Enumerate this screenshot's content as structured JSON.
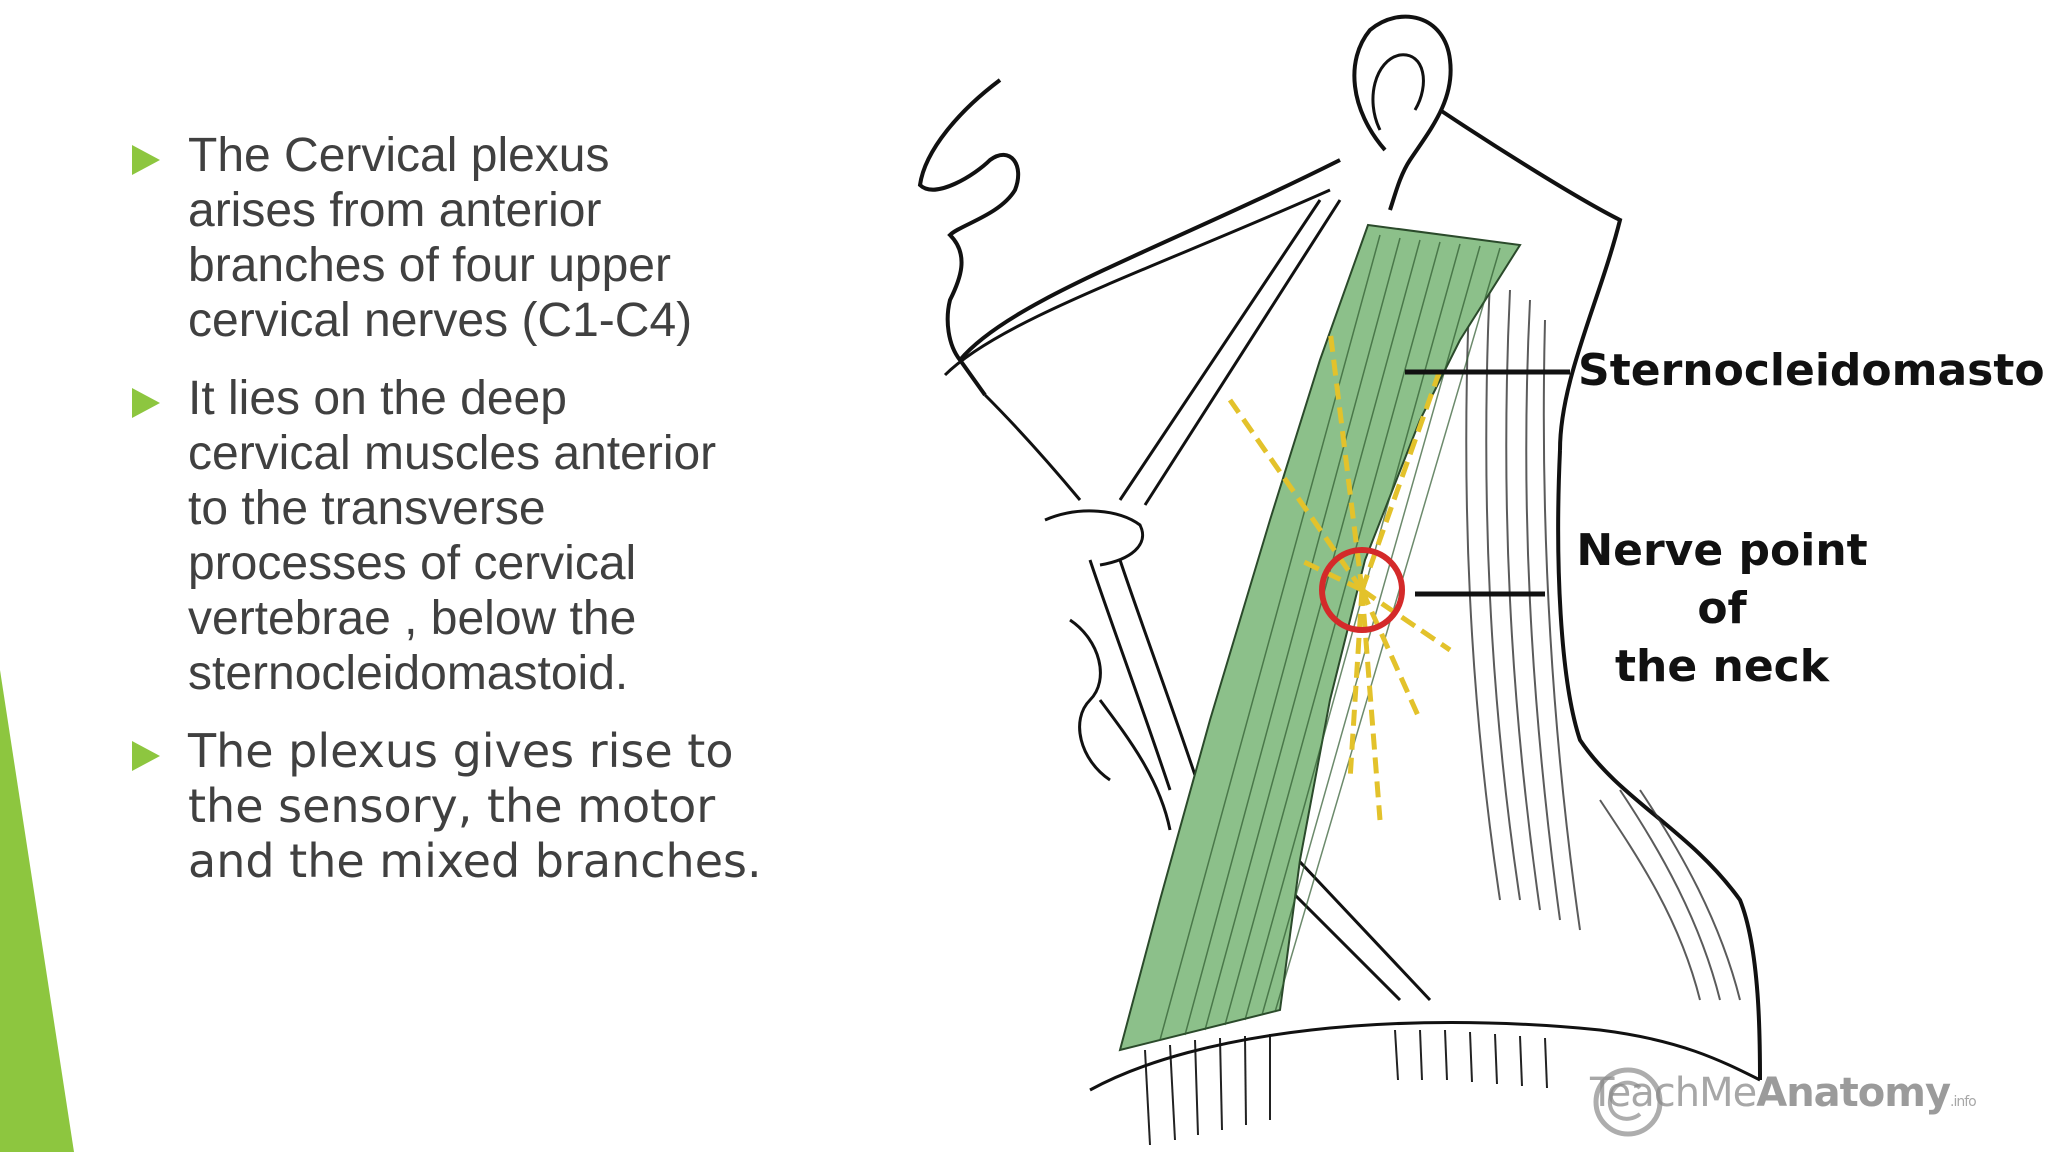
{
  "bullets": [
    "The Cervical plexus\narises from anterior\nbranches of four upper\ncervical nerves (C1-C4)",
    "It lies on the deep\ncervical muscles anterior\nto the transverse\nprocesses of cervical\nvertebrae , below the\nsternocleidomastoid.",
    "The plexus gives rise to\nthe sensory, the motor\nand the mixed branches."
  ],
  "figure": {
    "label_muscle": "Sternocleidomastoid",
    "label_nerve_point": "Nerve point of\nthe neck",
    "watermark_light": "TeachMe",
    "watermark_bold": "Anatomy",
    "watermark_suffix": ".info"
  },
  "colors": {
    "accent": "#8dc63f",
    "muscle": "#8cc08a",
    "nerve": "#e3c22b",
    "circle": "#d42a2a",
    "text": "#404040"
  }
}
